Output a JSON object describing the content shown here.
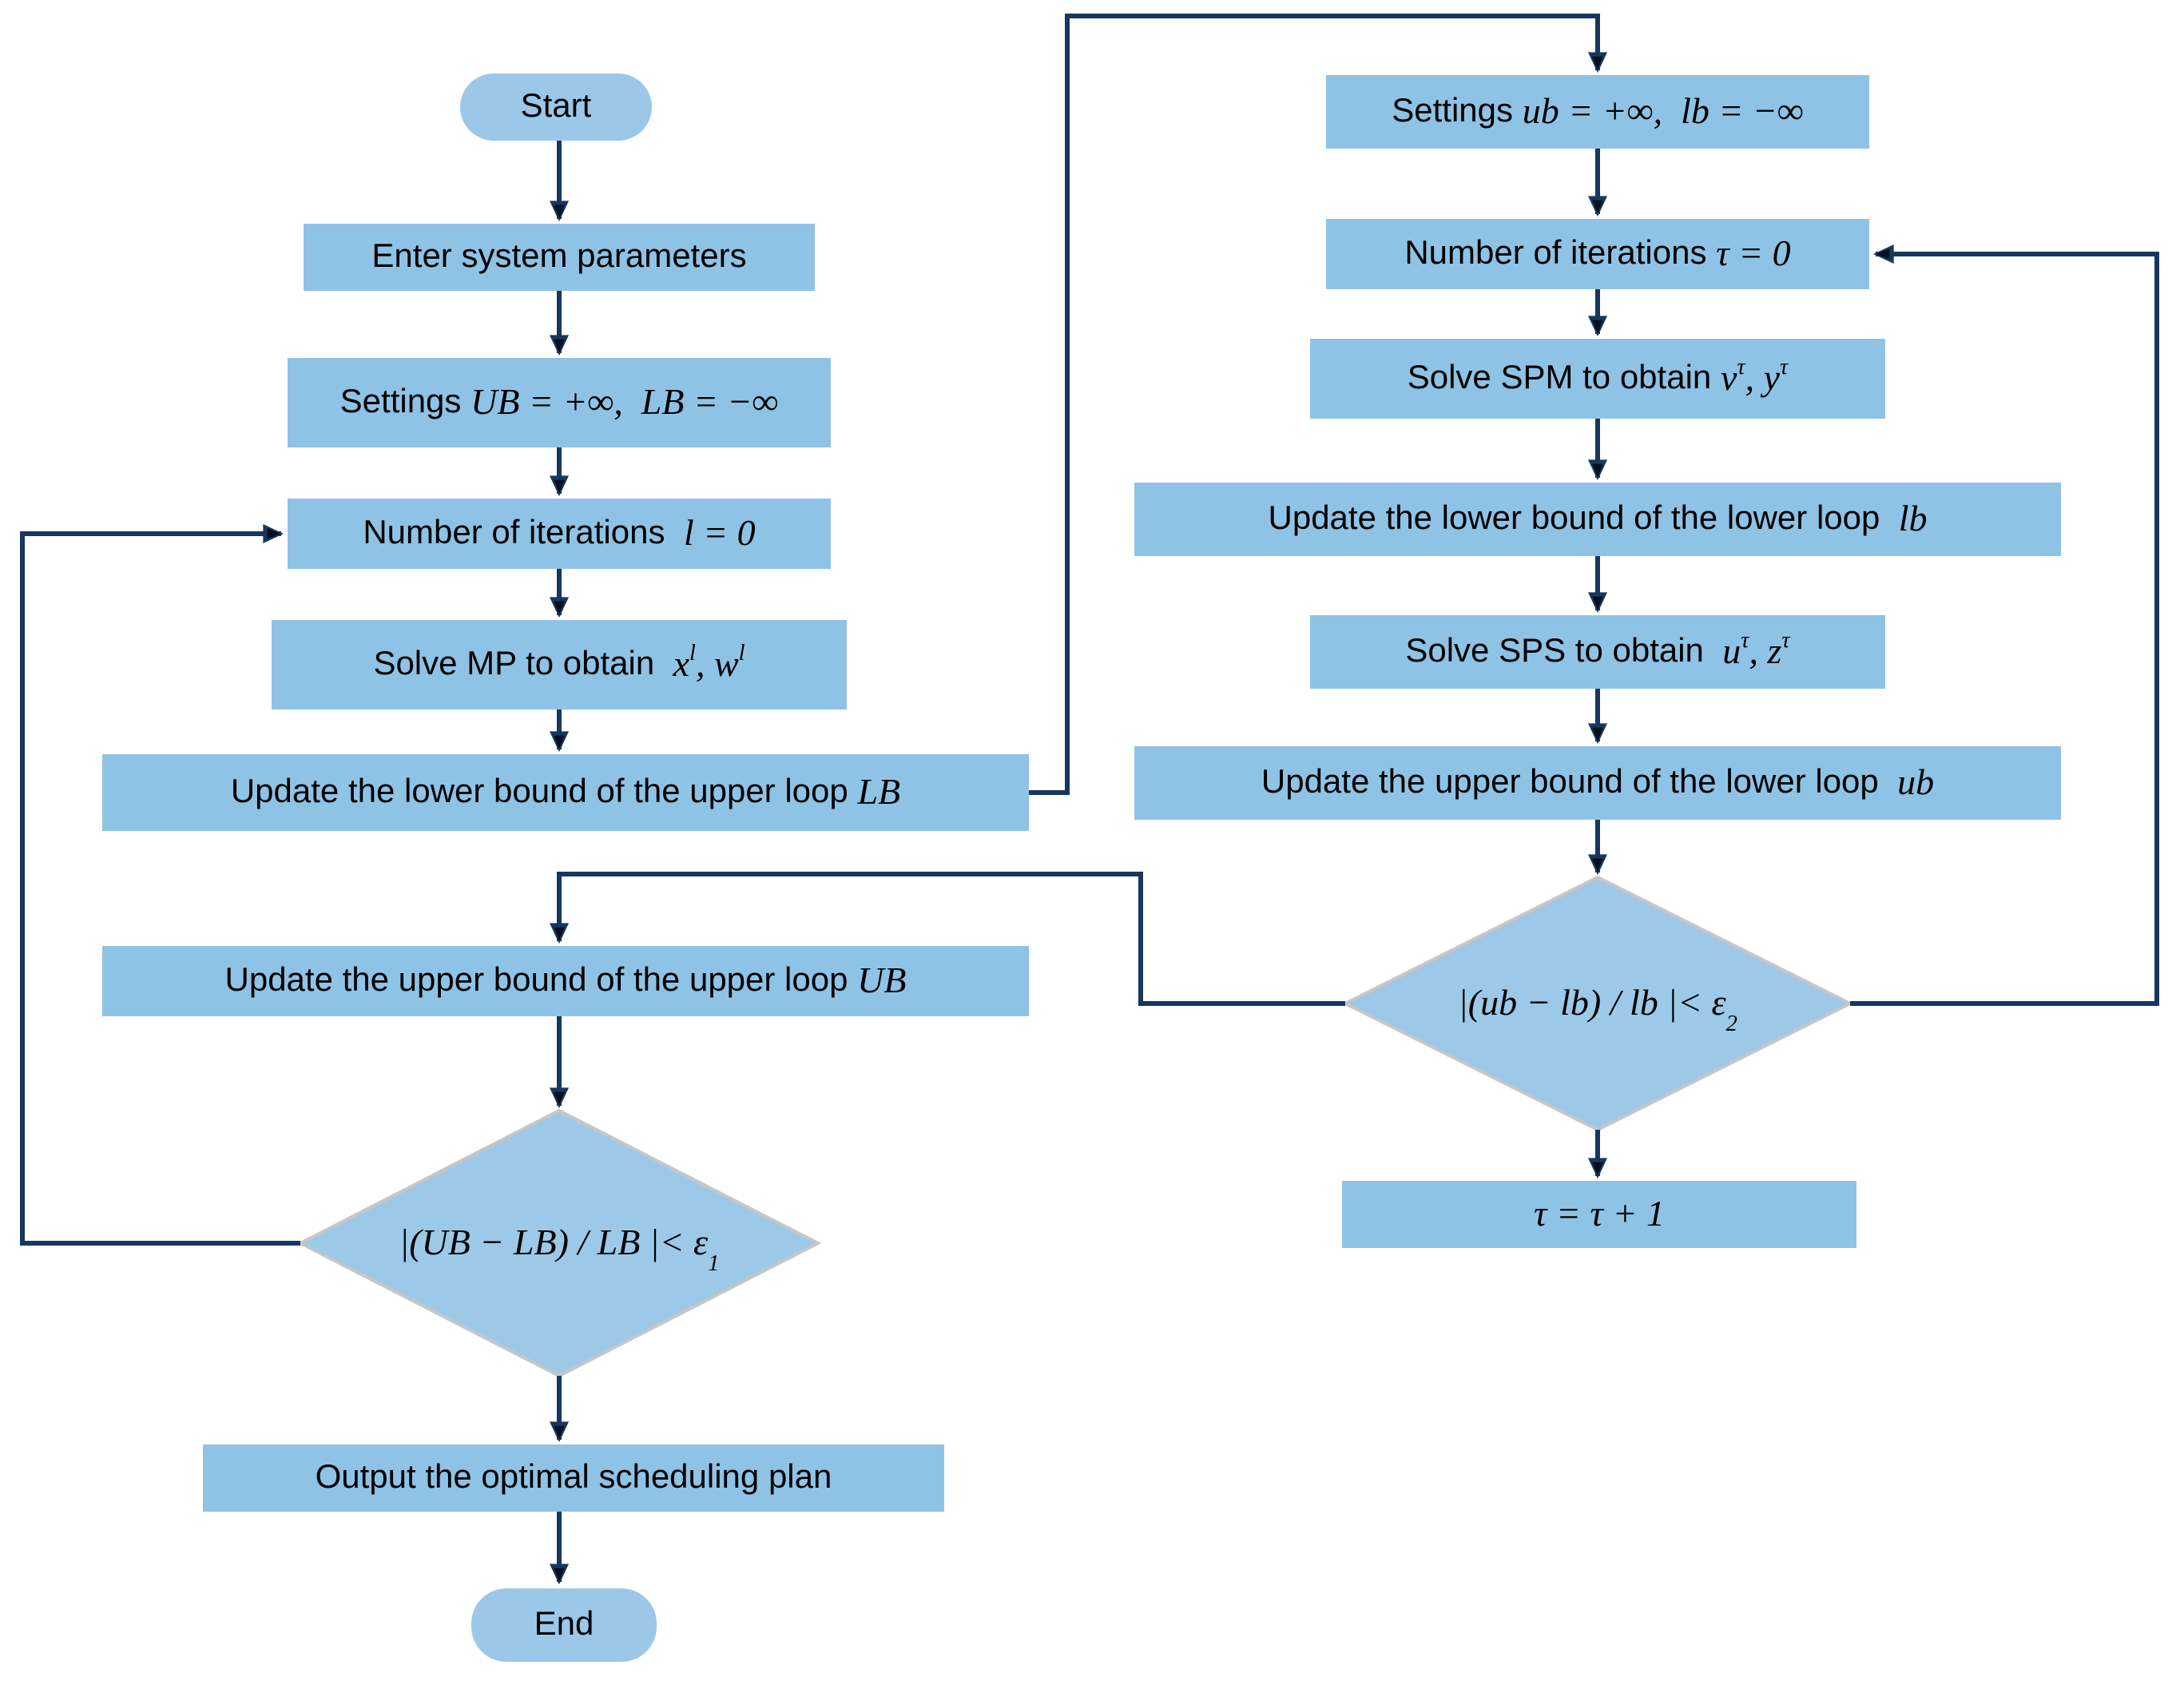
{
  "colors": {
    "node_fill": "#8FC3E5",
    "oval_fill": "#9BC8E9",
    "diamond_fill": "#9CC9E8",
    "diamond_border": "#C6C6C6",
    "line": "#17375E",
    "text": "#000000"
  },
  "nodes": {
    "start": {
      "label": "Start"
    },
    "enter_params": {
      "label": "Enter system parameters"
    },
    "settings_upper": {
      "prefix": "Settings ",
      "math": "UB = +∞,  LB = −∞"
    },
    "iterations_upper": {
      "prefix": "Number of iterations  ",
      "math": "l = 0"
    },
    "solve_mp": {
      "prefix": "Solve MP to obtain  ",
      "v1": "x",
      "s1": "l",
      "sep": ", ",
      "v2": "w",
      "s2": "l"
    },
    "update_lb_upper": {
      "prefix": "Update the lower bound of the upper loop ",
      "math": "LB"
    },
    "update_ub_upper": {
      "prefix": "Update the upper bound of the upper loop ",
      "math": "UB"
    },
    "decision_upper": {
      "body": "|(UB − LB) / LB |< ε",
      "sub": "1"
    },
    "output_plan": {
      "label": "Output the optimal scheduling plan"
    },
    "end": {
      "label": "End"
    },
    "settings_lower": {
      "prefix": "Settings ",
      "math": "ub = +∞,  lb = −∞"
    },
    "iterations_lower": {
      "prefix": "Number of iterations ",
      "math": "τ = 0"
    },
    "solve_spm": {
      "prefix": "Solve SPM to obtain ",
      "v1": "v",
      "s1": "τ",
      "sep": ", ",
      "v2": "y",
      "s2": "τ"
    },
    "update_lb_lower": {
      "prefix": "Update the lower bound of the lower loop  ",
      "math": "lb"
    },
    "solve_sps": {
      "prefix": "Solve SPS to obtain  ",
      "v1": "u",
      "s1": "τ",
      "sep": ", ",
      "v2": "z",
      "s2": "τ"
    },
    "update_ub_lower": {
      "prefix": "Update the upper bound of the lower loop  ",
      "math": "ub"
    },
    "decision_lower": {
      "body": "|(ub − lb) / lb |< ε",
      "sub": "2"
    },
    "tau_increment": {
      "math": "τ = τ + 1"
    }
  },
  "edges": [
    {
      "from": "start",
      "to": "enter-params"
    },
    {
      "from": "enter-params",
      "to": "settings-upper"
    },
    {
      "from": "settings-upper",
      "to": "iterations-upper"
    },
    {
      "from": "iterations-upper",
      "to": "solve-mp"
    },
    {
      "from": "solve-mp",
      "to": "update-lb-upper"
    },
    {
      "from": "update-lb-upper",
      "to": "settings-lower"
    },
    {
      "from": "update-ub-upper",
      "to": "decision-upper"
    },
    {
      "from": "decision-upper",
      "to": "iterations-upper"
    },
    {
      "from": "decision-upper",
      "to": "output-plan"
    },
    {
      "from": "output-plan",
      "to": "end"
    },
    {
      "from": "settings-lower",
      "to": "iterations-lower"
    },
    {
      "from": "iterations-lower",
      "to": "solve-spm"
    },
    {
      "from": "solve-spm",
      "to": "update-lb-lower"
    },
    {
      "from": "update-lb-lower",
      "to": "solve-sps"
    },
    {
      "from": "solve-sps",
      "to": "update-ub-lower"
    },
    {
      "from": "update-ub-lower",
      "to": "decision-lower"
    },
    {
      "from": "decision-lower",
      "to": "tau-increment"
    },
    {
      "from": "decision-lower",
      "to": "iterations-lower"
    },
    {
      "from": "decision-lower",
      "to": "update-ub-upper"
    }
  ]
}
